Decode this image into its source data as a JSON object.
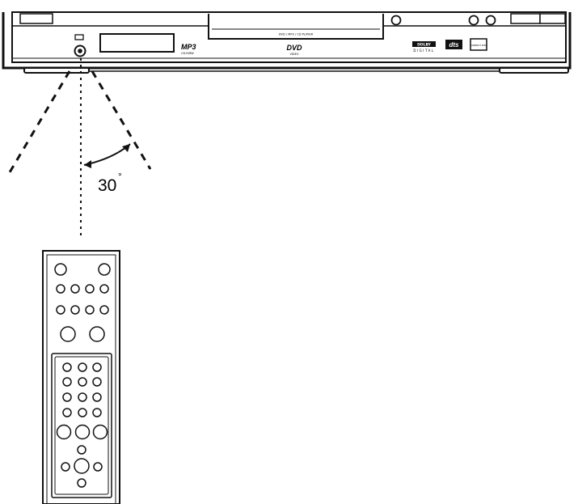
{
  "player": {
    "mp3_logo": "MP3",
    "mp3_sub": "CD-R/RW",
    "tray_label": "DVD / MP3 / CD PLAYER",
    "dvd_logo": "DVD",
    "dvd_sub": "VIDEO",
    "dolby_logo": "DOLBY",
    "dolby_sub": "DIGITAL",
    "dts_logo": "dts",
    "cd_logo": "COMPACT DISC"
  },
  "angle": {
    "value": "30",
    "unit": "°"
  },
  "colors": {
    "ink": "#111111",
    "background": "#ffffff"
  }
}
